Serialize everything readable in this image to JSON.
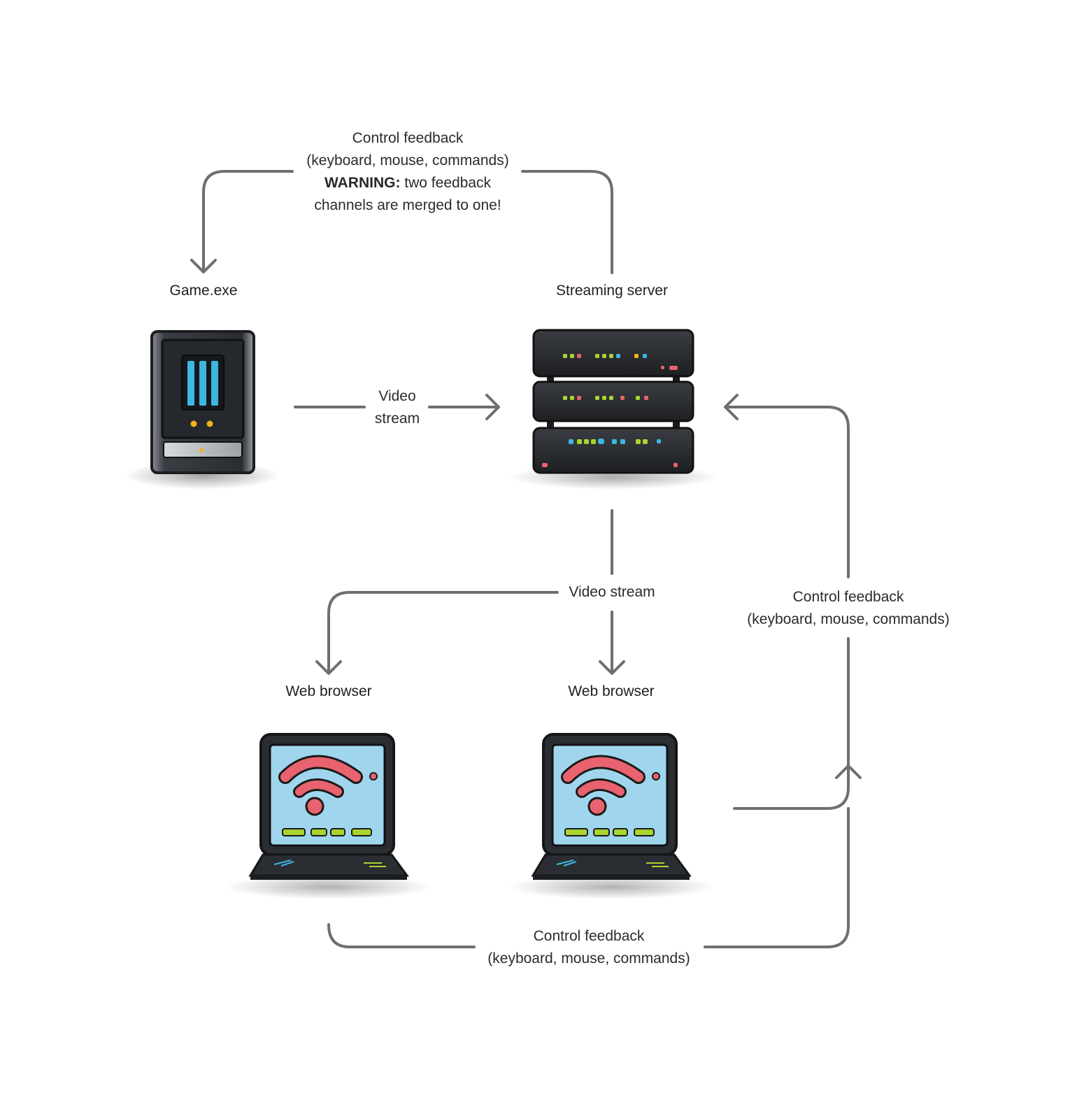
{
  "nodes": {
    "game": {
      "title": "Game.exe",
      "icon": "game-pc-tower-icon"
    },
    "server": {
      "title": "Streaming server",
      "icon": "server-rack-icon"
    },
    "browser_left": {
      "title": "Web browser",
      "icon": "browser-computer-icon"
    },
    "browser_right": {
      "title": "Web browser",
      "icon": "browser-computer-icon"
    }
  },
  "edges": {
    "top_feedback": {
      "line1": "Control feedback",
      "line2": "(keyboard, mouse, commands)",
      "warning_label": "WARNING:",
      "warning_text": " two feedback",
      "line4": "channels are merged to one!"
    },
    "game_to_server": {
      "line1": "Video",
      "line2": "stream"
    },
    "server_to_browsers": {
      "label": "Video stream"
    },
    "right_feedback": {
      "line1": "Control feedback",
      "line2": "(keyboard, mouse, commands)"
    },
    "bottom_feedback": {
      "line1": "Control feedback",
      "line2": "(keyboard, mouse, commands)"
    }
  },
  "colors": {
    "connector": "#6f6f6f",
    "device_body": "#2a2d31",
    "screen": "#9fd6ee",
    "wifi": "#e8626f",
    "led_green": "#a8d430",
    "led_yellow": "#f2b21b",
    "led_blue": "#3db6e0"
  }
}
